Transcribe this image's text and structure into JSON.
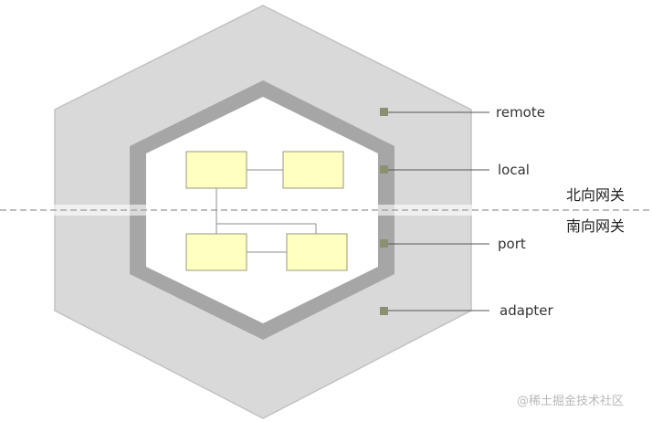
{
  "labels": {
    "remote": "remote",
    "local": "local",
    "port": "port",
    "adapter": "adapter"
  },
  "divider_labels": {
    "north": "北向网关",
    "south": "南向网关"
  },
  "watermark": "@稀土掘金技术社区",
  "colors": {
    "outer_hex": "#d9d9d9",
    "outer_hex_stroke": "#c2c2c2",
    "ring": "#a6a6a6",
    "inner": "#ffffff",
    "component_fill": "#ffffc0",
    "component_stroke": "#9a9a80",
    "marker": "#8a9070",
    "leader_line": "#555555",
    "divider": "#a8a8a8",
    "connector": "#8c8c8c"
  }
}
